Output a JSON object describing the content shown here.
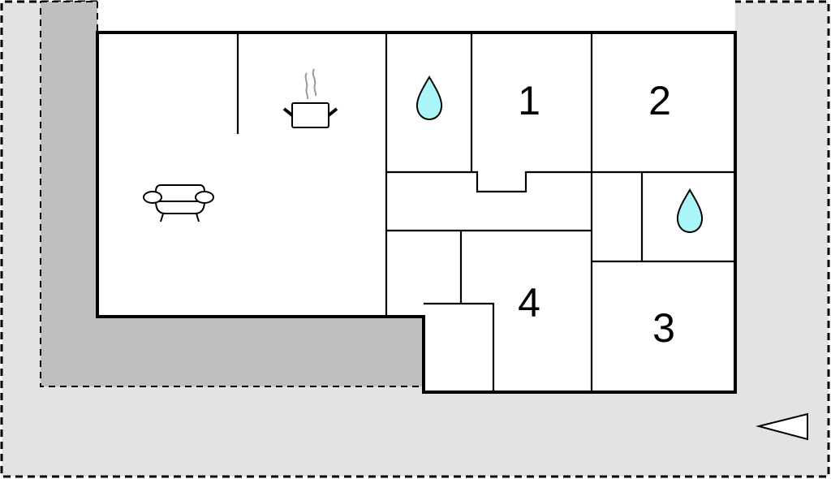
{
  "floorplan": {
    "rooms": [
      {
        "id": "bedroom-1",
        "label": "1"
      },
      {
        "id": "bedroom-2",
        "label": "2"
      },
      {
        "id": "bedroom-3",
        "label": "3"
      },
      {
        "id": "bedroom-4",
        "label": "4"
      }
    ],
    "icons": [
      "sofa-icon",
      "cooking-pot-icon",
      "water-drop-icon",
      "water-drop-icon",
      "entrance-arrow-icon"
    ],
    "colors": {
      "plot": "#e3e3e3",
      "terrace": "#bfbfbf",
      "water": "#aaf5f8",
      "wall": "#000000",
      "steam": "#999999"
    }
  }
}
